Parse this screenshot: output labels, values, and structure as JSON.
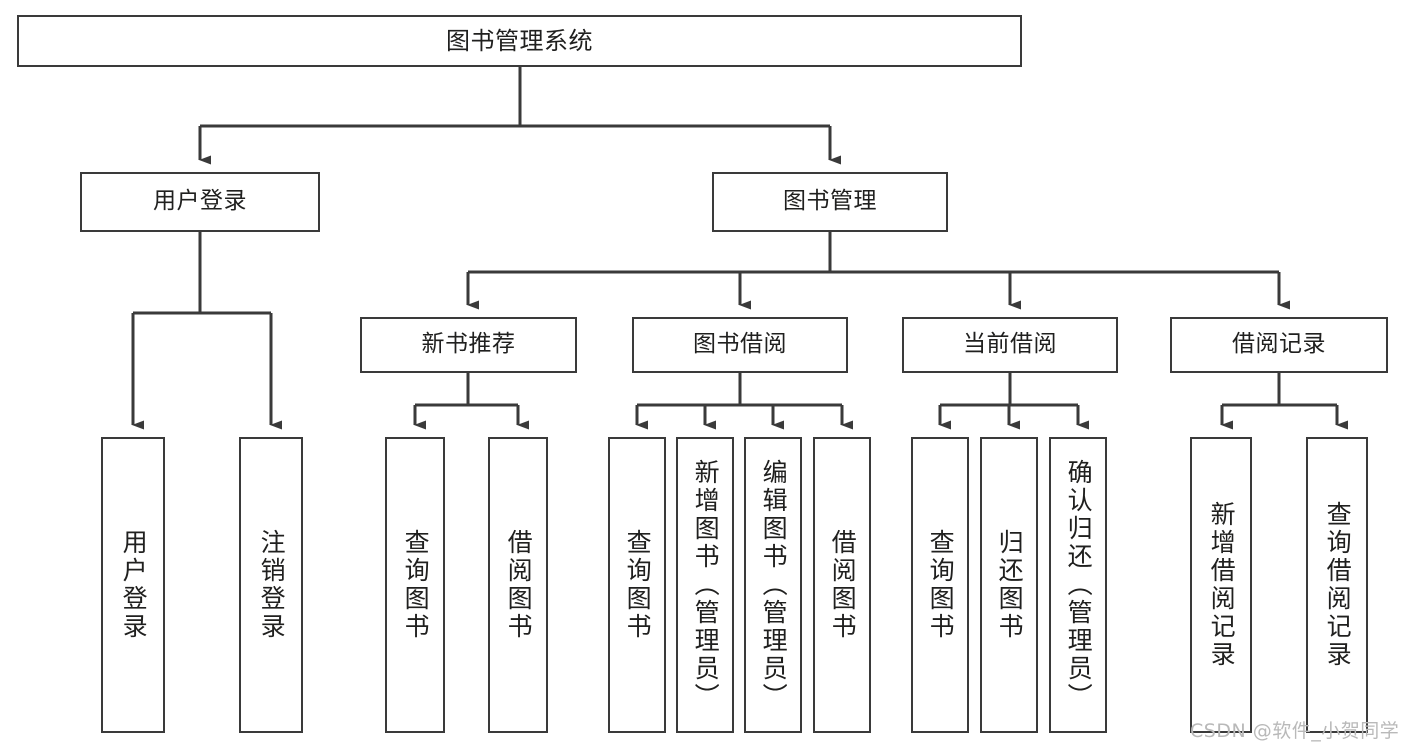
{
  "diagram": {
    "title": "图书管理系统",
    "type": "hierarchy-tree",
    "watermark": "CSDN @软件_小贺同学",
    "colors": {
      "stroke": "#3a3a3a",
      "fill": "#ffffff",
      "text": "#20201f",
      "watermark": "#b9b9b9"
    },
    "levels": {
      "root": {
        "label": "图书管理系统"
      },
      "level2": [
        {
          "id": "user-login",
          "label": "用户登录"
        },
        {
          "id": "book-management",
          "label": "图书管理"
        }
      ],
      "level3": [
        {
          "id": "new-book-recommend",
          "label": "新书推荐",
          "parent": "book-management"
        },
        {
          "id": "book-borrow",
          "label": "图书借阅",
          "parent": "book-management"
        },
        {
          "id": "current-borrow",
          "label": "当前借阅",
          "parent": "book-management"
        },
        {
          "id": "borrow-record",
          "label": "借阅记录",
          "parent": "book-management"
        }
      ],
      "leaves": [
        {
          "id": "leaf-user-login",
          "label": "用户登录",
          "parent": "user-login"
        },
        {
          "id": "leaf-user-logout",
          "label": "注销登录",
          "parent": "user-login"
        },
        {
          "id": "leaf-query-book-1",
          "label": "查询图书",
          "parent": "new-book-recommend"
        },
        {
          "id": "leaf-borrow-book-1",
          "label": "借阅图书",
          "parent": "new-book-recommend"
        },
        {
          "id": "leaf-query-book-2",
          "label": "查询图书",
          "parent": "book-borrow"
        },
        {
          "id": "leaf-add-book",
          "label": "新增图书（管理员）",
          "parent": "book-borrow"
        },
        {
          "id": "leaf-edit-book",
          "label": "编辑图书（管理员）",
          "parent": "book-borrow"
        },
        {
          "id": "leaf-borrow-book-2",
          "label": "借阅图书",
          "parent": "book-borrow"
        },
        {
          "id": "leaf-query-book-3",
          "label": "查询图书",
          "parent": "current-borrow"
        },
        {
          "id": "leaf-return-book",
          "label": "归还图书",
          "parent": "current-borrow"
        },
        {
          "id": "leaf-confirm-return",
          "label": "确认归还（管理员）",
          "parent": "current-borrow"
        },
        {
          "id": "leaf-add-record",
          "label": "新增借阅记录",
          "parent": "borrow-record"
        },
        {
          "id": "leaf-query-record",
          "label": "查询借阅记录",
          "parent": "borrow-record"
        }
      ]
    }
  }
}
